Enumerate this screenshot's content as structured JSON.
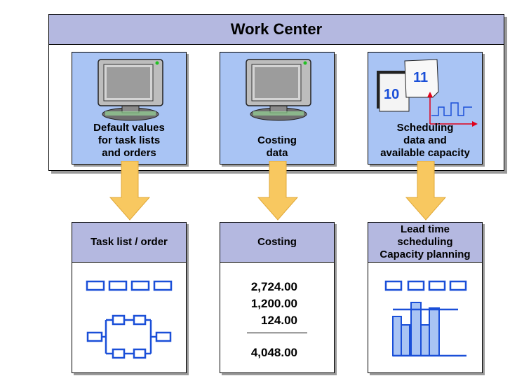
{
  "header": {
    "title": "Work Center"
  },
  "sources": [
    {
      "label": "Default values\nfor task lists\nand orders",
      "icon": "computer-monitor-icon"
    },
    {
      "label": "Costing\ndata",
      "icon": "computer-monitor-icon"
    },
    {
      "label": "Scheduling\ndata and\navailable capacity",
      "icon": "calendar-icon",
      "calendar_pages": [
        "10",
        "11"
      ]
    }
  ],
  "targets": [
    {
      "title": "Task list / order"
    },
    {
      "title": "Costing",
      "values": [
        "2,724.00",
        "1,200.00",
        "124.00"
      ],
      "total": "4,048.00"
    },
    {
      "title": "Lead time\nscheduling\nCapacity planning"
    }
  ],
  "colors": {
    "header_fill": "#b4b8e0",
    "tile_fill": "#a9c4f4",
    "arrow_fill": "#f8c860",
    "diagram_blue": "#1a4fd8",
    "chart_fill": "#a9c4f4",
    "scheduling_line": "#e0001a"
  }
}
